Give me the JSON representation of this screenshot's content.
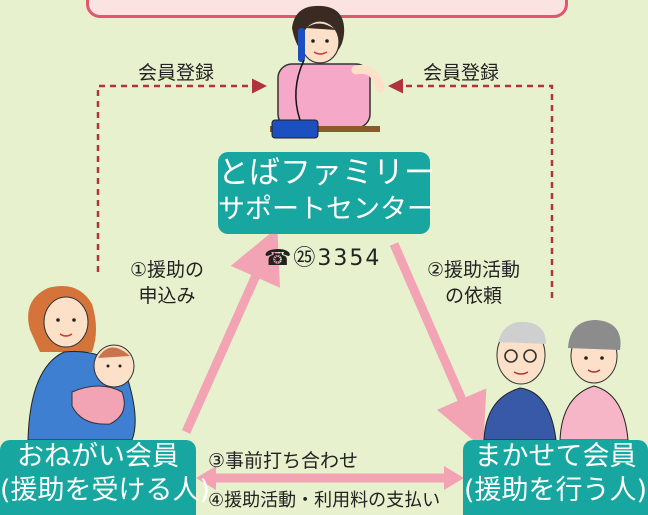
{
  "registration_left": "会員登録",
  "registration_right": "会員登録",
  "center": {
    "line1": "とばファミリー",
    "line2": "サポートセンター"
  },
  "phone": "☎㉕3354",
  "request": {
    "line1": "①援助の",
    "line2": "申込み"
  },
  "ask": {
    "line1": "②援助活動",
    "line2": "の依頼"
  },
  "prior_meeting": "③事前打ち合わせ",
  "payment": "④援助活動・利用料の支払い",
  "left_member": {
    "line1": "おねがい会員",
    "line2": "(援助を受ける人)"
  },
  "right_member": {
    "line1": "まかせて会員",
    "line2": "(援助を行う人)"
  },
  "colors": {
    "teal": "#18a7a0",
    "arrow_pink": "#f2a4b4",
    "dashed_red": "#b1333b",
    "background": "#e8f1cd"
  }
}
